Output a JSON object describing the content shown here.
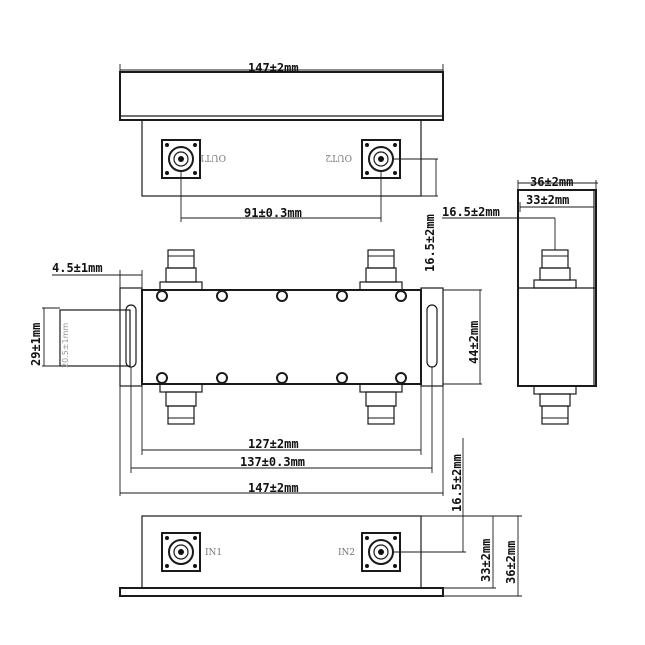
{
  "dims": {
    "top_width": "147±2mm",
    "top_port_spacing": "91±0.3mm",
    "port_height_top": "16.5±2mm",
    "mount_tab": "4.5±1mm",
    "slot_height": "29±1mm",
    "slot_inner": "20.5±1mm",
    "body_height": "44±2mm",
    "side_outer": "36±2mm",
    "side_inner": "33±2mm",
    "side_port": "16.5±2mm",
    "inner_len": "127±2mm",
    "hole_spacing": "137±0.3mm",
    "overall_len": "147±2mm",
    "port_height_bottom": "16.5±2mm",
    "bottom_h1": "33±2mm",
    "bottom_h2": "36±2mm"
  },
  "ports": {
    "out1": "OUT1",
    "out2": "OUT2",
    "in1": "IN1",
    "in2": "IN2"
  }
}
